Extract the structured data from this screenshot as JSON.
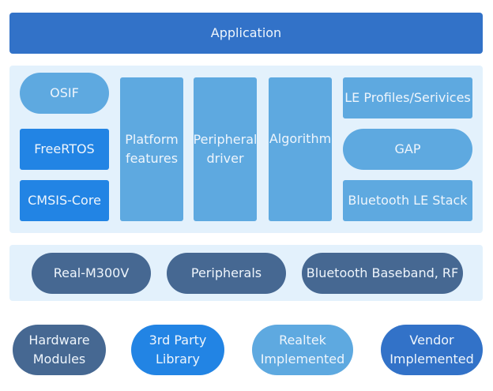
{
  "application": {
    "label": "Application"
  },
  "middleware": {
    "osif": "OSIF",
    "freertos": "FreeRTOS",
    "cmsis_core": "CMSIS-Core",
    "platform_features": [
      "Platform",
      "features"
    ],
    "peripheral_driver": [
      "Peripheral",
      "driver"
    ],
    "algorithm": "Algorithm",
    "le_profiles": "LE Profiles/Serivices",
    "gap": "GAP",
    "ble_stack": "Bluetooth LE Stack"
  },
  "hardware": {
    "items": [
      "Real-M300V",
      "Peripherals",
      "Bluetooth Baseband, RF"
    ]
  },
  "legend": {
    "items": [
      {
        "line1": "Hardware",
        "line2": "Modules",
        "color": "#466892"
      },
      {
        "line1": "3rd Party",
        "line2": "Library",
        "color": "#2284e4"
      },
      {
        "line1": "Realtek",
        "line2": "Implemented",
        "color": "#5ea9e0"
      },
      {
        "line1": "Vendor",
        "line2": "Implemented",
        "color": "#3272c8"
      }
    ]
  },
  "colors": {
    "application": "#3272c8",
    "panel_bg": "#e3f1fc",
    "realtek": "#5ea9e0",
    "third_party": "#2284e4",
    "hardware": "#466892",
    "vendor": "#3272c8"
  }
}
